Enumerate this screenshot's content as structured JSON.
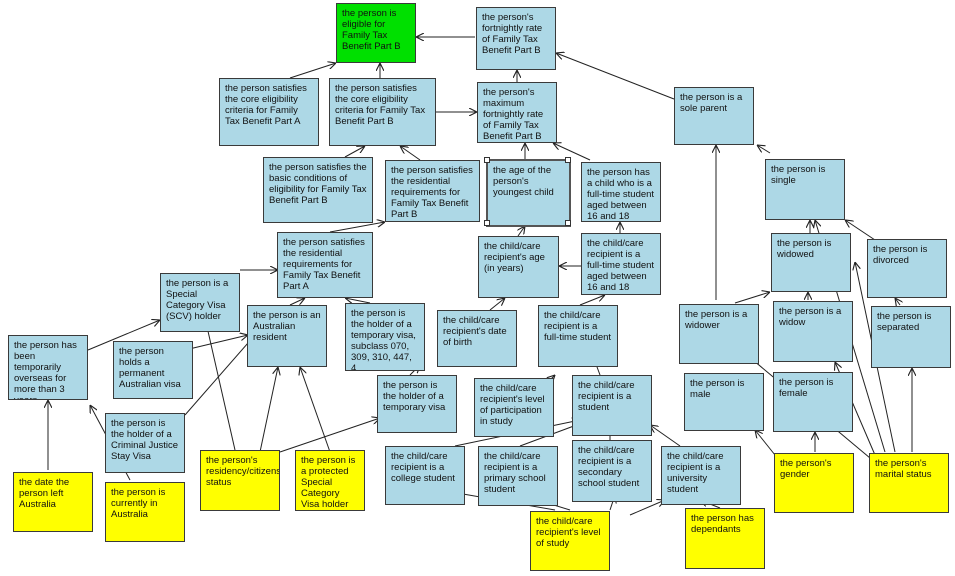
{
  "nodes": {
    "eligible_b": "the person is eligible for Family Tax Benefit Part B",
    "fortnightly_rate": "the person's fortnightly rate of Family Tax Benefit Part B",
    "core_a": "the person satisfies the core eligibility criteria for Family Tax Benefit Part A",
    "core_b": "the person satisfies the core eligibility criteria for Family Tax Benefit Part B",
    "max_rate": "the person's maximum fortnightly rate of Family Tax Benefit Part B",
    "sole_parent": "the person is a sole parent",
    "basic_cond": "the person satisfies the basic conditions of eligibility for Family Tax Benefit Part B",
    "res_req_b": "the person satisfies the residential requirements for Family Tax Benefit Part B",
    "youngest_age": "the age of the person's youngest child",
    "fulltime_child": "the person has a child who is a full-time student aged between 16 and 18",
    "single": "the person is single",
    "res_req_a": "the person satisfies the residential requirements for Family Tax Benefit Part A",
    "child_age": "the child/care recipient's age (in years)",
    "child_ft_16_18": "the child/care recipient is a full-time student aged between 16 and 18",
    "widowed": "the person is widowed",
    "divorced": "the person is divorced",
    "scv_holder": "the person is a Special Category Visa (SCV) holder",
    "aus_resident": "the person is an Australian resident",
    "temp_visa_sub": "the person is the holder of a temporary visa, subclass 070, 309, 310, 447, 4",
    "child_dob": "the child/care recipient's date of birth",
    "child_fulltime": "the child/care recipient is a full-time student",
    "widower": "the person is a widower",
    "widow": "the person is a widow",
    "separated": "the person is separated",
    "temp_overseas": "the person has been temporarily overseas for more than 3 years",
    "perm_visa": "the person holds a permanent Australian visa",
    "temp_visa": "the person is the holder of a temporary visa",
    "child_participation": "the child/care recipient's level of participation in study",
    "child_student": "the child/care recipient is a student",
    "male": "the person is male",
    "female": "the person is female",
    "cjs_visa": "the person is the holder of a Criminal Justice Stay Visa",
    "residency_status": "the person's residency/citizenship status",
    "protected_scv": "the person is a protected Special Category Visa holder",
    "college": "the child/care recipient is a college student",
    "primary": "the child/care recipient is a primary school student",
    "secondary": "the child/care recipient is a secondary school student",
    "university": "the child/care recipient is a university student",
    "gender": "the person's gender",
    "marital_status": "the person's marital status",
    "date_left": "the date the person left Australia",
    "currently_aus": "the person is currently in Australia",
    "study_level": "the child/care recipient's level of study",
    "dependants": "the person has dependants"
  },
  "colors": {
    "input": "#ffff00",
    "goal": "#00e000",
    "intermediate": "#add8e6"
  }
}
